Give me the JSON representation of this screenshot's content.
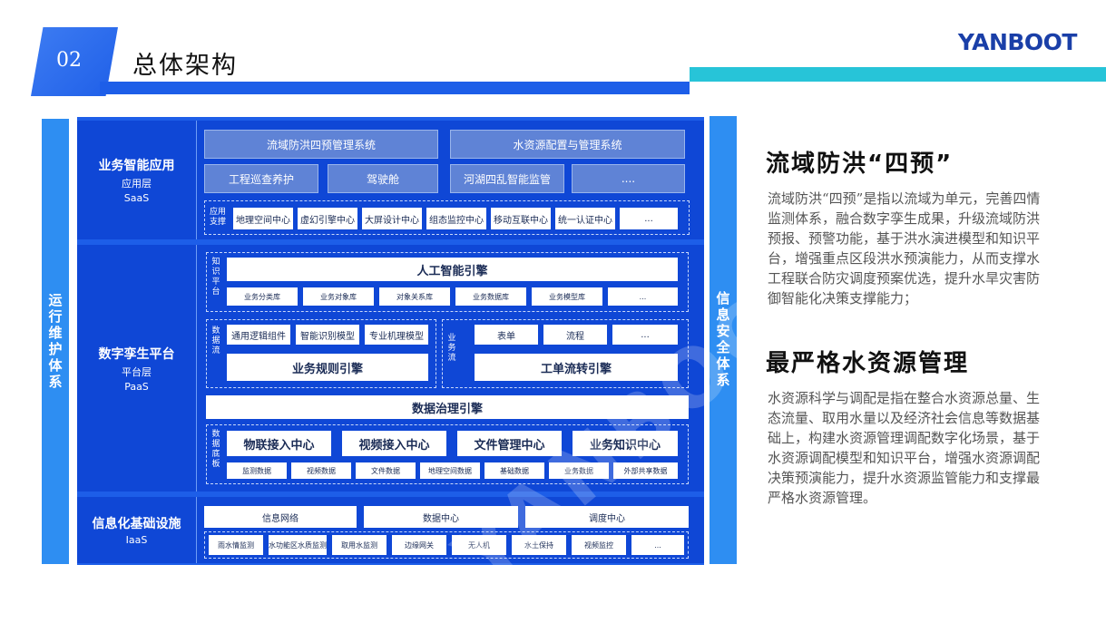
{
  "header": {
    "number": "02",
    "title": "总体架构",
    "logo": "YANBOOT"
  },
  "sides": {
    "left": "运行维护体系",
    "right": "信息安全体系"
  },
  "watermark": "YANBOOT",
  "saas": {
    "name": "业务智能应用",
    "layer": "应用层",
    "code": "SaaS",
    "row1": [
      "流域防洪四预管理系统",
      "水资源配置与管理系统"
    ],
    "row2": [
      "工程巡查养护",
      "驾驶舱",
      "河湖四乱智能监管",
      "...."
    ],
    "support_label": "应用支撑",
    "support": [
      "地理空间中心",
      "虚幻引擎中心",
      "大屏设计中心",
      "组态监控中心",
      "移动互联中心",
      "统一认证中心",
      "..."
    ]
  },
  "paas": {
    "name": "数字孪生平台",
    "layer": "平台层",
    "code": "PaaS",
    "kp_label": "知识平台",
    "ai_engine": "人工智能引擎",
    "kp_items": [
      "业务分类库",
      "业务对象库",
      "对象关系库",
      "业务数据库",
      "业务模型库",
      "..."
    ],
    "df_label": "数据流",
    "df_items": [
      "通用逻辑组件",
      "智能识别模型",
      "专业机理模型"
    ],
    "rule_engine": "业务规则引擎",
    "bf_label": "业务流",
    "bf_items": [
      "表单",
      "流程",
      "..."
    ],
    "workflow_engine": "工单流转引擎",
    "governance": "数据治理引擎",
    "db_label": "数据底板",
    "db_centers": [
      "物联接入中心",
      "视频接入中心",
      "文件管理中心",
      "业务知识中心"
    ],
    "db_items": [
      "监测数据",
      "视频数据",
      "文件数据",
      "地理空间数据",
      "基础数据",
      "业务数据",
      "外部共享数据"
    ]
  },
  "iaas": {
    "name": "信息化基础设施",
    "code": "IaaS",
    "row1": [
      "信息网络",
      "数据中心",
      "调度中心"
    ],
    "row2": [
      "雨水情监测",
      "水功能区水质监测",
      "取用水监测",
      "边缘网关",
      "无人机",
      "水土保持",
      "视频监控",
      "..."
    ]
  },
  "sections": [
    {
      "title": "流域防洪“四预”",
      "body": "流域防洪“四预”是指以流域为单元，完善四情监测体系，融合数字孪生成果，升级流域防洪预报、预警功能，基于洪水演进模型和知识平台，增强重点区段洪水预演能力，从而支撑水工程联合防灾调度预案优选，提升水旱灾害防御智能化决策支撑能力；"
    },
    {
      "title": "最严格水资源管理",
      "body": "水资源科学与调配是指在整合水资源总量、生态流量、取用水量以及经济社会信息等数据基础上，构建水资源管理调配数字化场景，基于水资源调配模型和知识平台，增强水资源调配决策预演能力，提升水资源监管能力和支撑最严格水资源管理。"
    }
  ],
  "colors": {
    "primary": "#1d5ee8",
    "layer": "#0f47d6",
    "cyan": "#27c4d8",
    "side": "#2e8ef2"
  }
}
